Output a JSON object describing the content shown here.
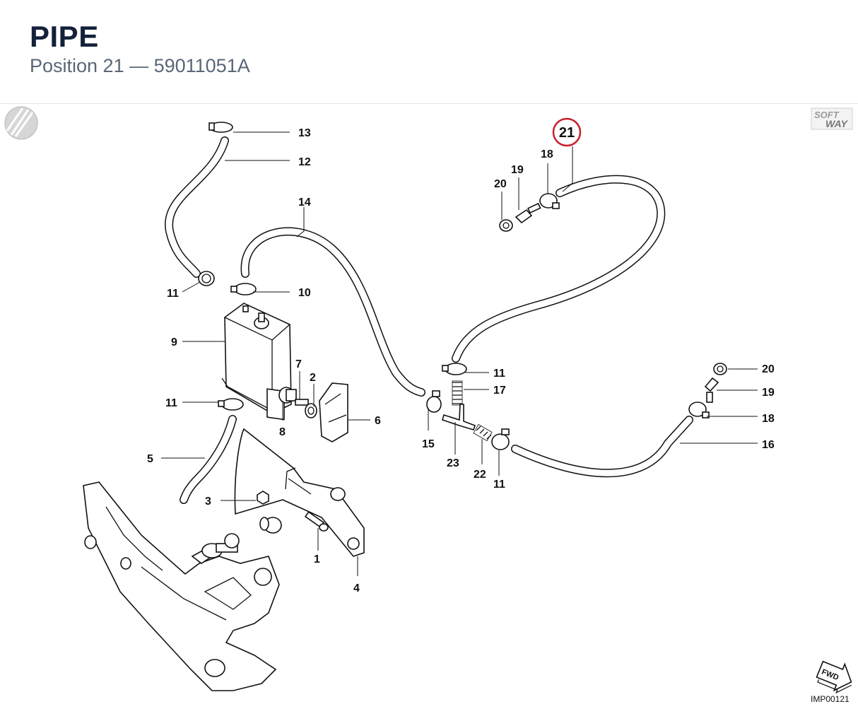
{
  "header": {
    "title": "PIPE",
    "subtitle": "Position 21  —  59011051A"
  },
  "diagram": {
    "highlight_position": "21",
    "highlight_color": "#c8202f",
    "labels": {
      "p1": "1",
      "p2": "2",
      "p3": "3",
      "p4": "4",
      "p5": "5",
      "p6": "6",
      "p7": "7",
      "p8": "8",
      "p9": "9",
      "p10": "10",
      "p11a": "11",
      "p11b": "11",
      "p11c": "11",
      "p11d": "11",
      "p12": "12",
      "p13": "13",
      "p14": "14",
      "p15": "15",
      "p16": "16",
      "p17": "17",
      "p18a": "18",
      "p18b": "18",
      "p19a": "19",
      "p19b": "19",
      "p20a": "20",
      "p20b": "20",
      "p21": "21",
      "p22": "22",
      "p23": "23"
    },
    "logo_line1": "SOFT",
    "logo_line2": "WAY",
    "fwd_label": "FWD",
    "image_code": "IMP00121"
  }
}
